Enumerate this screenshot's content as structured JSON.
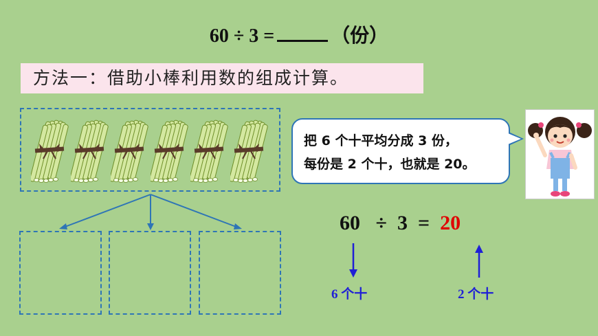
{
  "equation_top": {
    "left": "60 ÷ 3 =",
    "right": "（份）"
  },
  "method": {
    "text": "方法一：借助小棒利用数的组成计算。"
  },
  "bundles": {
    "count": 6,
    "icon": "stick-bundle-icon"
  },
  "speech": {
    "line1": "把 6 个十平均分成 3 份，",
    "line2": "每份是 2 个十，也就是 20。"
  },
  "equation_main": {
    "a": "60",
    "op": "÷",
    "b": "3",
    "eq": "=",
    "answer": "20"
  },
  "labels": {
    "left": "6 个十",
    "right": "2 个十"
  },
  "colors": {
    "background": "#a9d08e",
    "dashed_box": "#2e75b6",
    "method_bg": "#fbe4ec",
    "answer": "#e00000",
    "label": "#1f1fd6"
  }
}
